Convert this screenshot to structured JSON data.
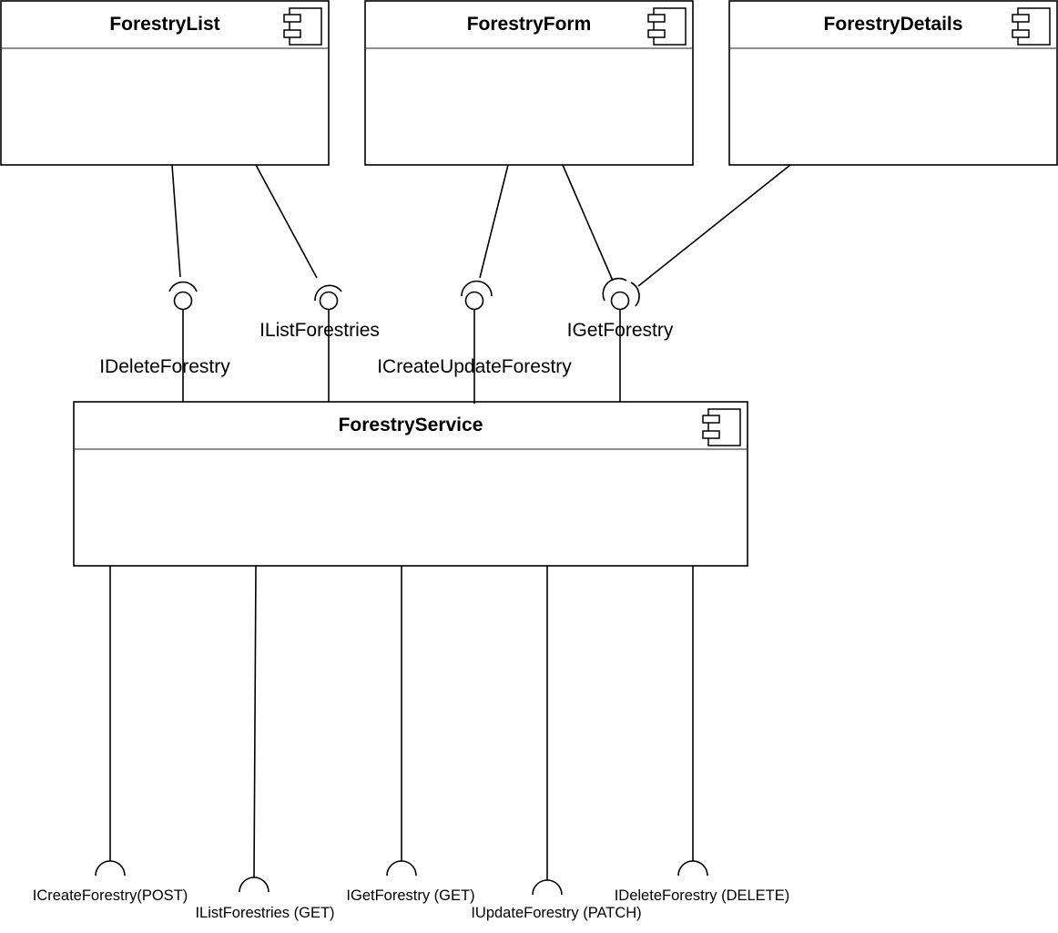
{
  "components": {
    "forestry_list": {
      "title": "ForestryList"
    },
    "forestry_form": {
      "title": "ForestryForm"
    },
    "forestry_details": {
      "title": "ForestryDetails"
    },
    "forestry_service": {
      "title": "ForestryService"
    }
  },
  "interfaces": {
    "delete": "IDeleteForestry",
    "list": "IListForestries",
    "create_update": "ICreateUpdateForestry",
    "get": "IGetForestry"
  },
  "api_endpoints": {
    "create": "ICreateForestry(POST)",
    "list": "IListForestries (GET)",
    "get": "IGetForestry (GET)",
    "update": "IUpdateForestry (PATCH)",
    "delete": "IDeleteForestry (DELETE)"
  }
}
